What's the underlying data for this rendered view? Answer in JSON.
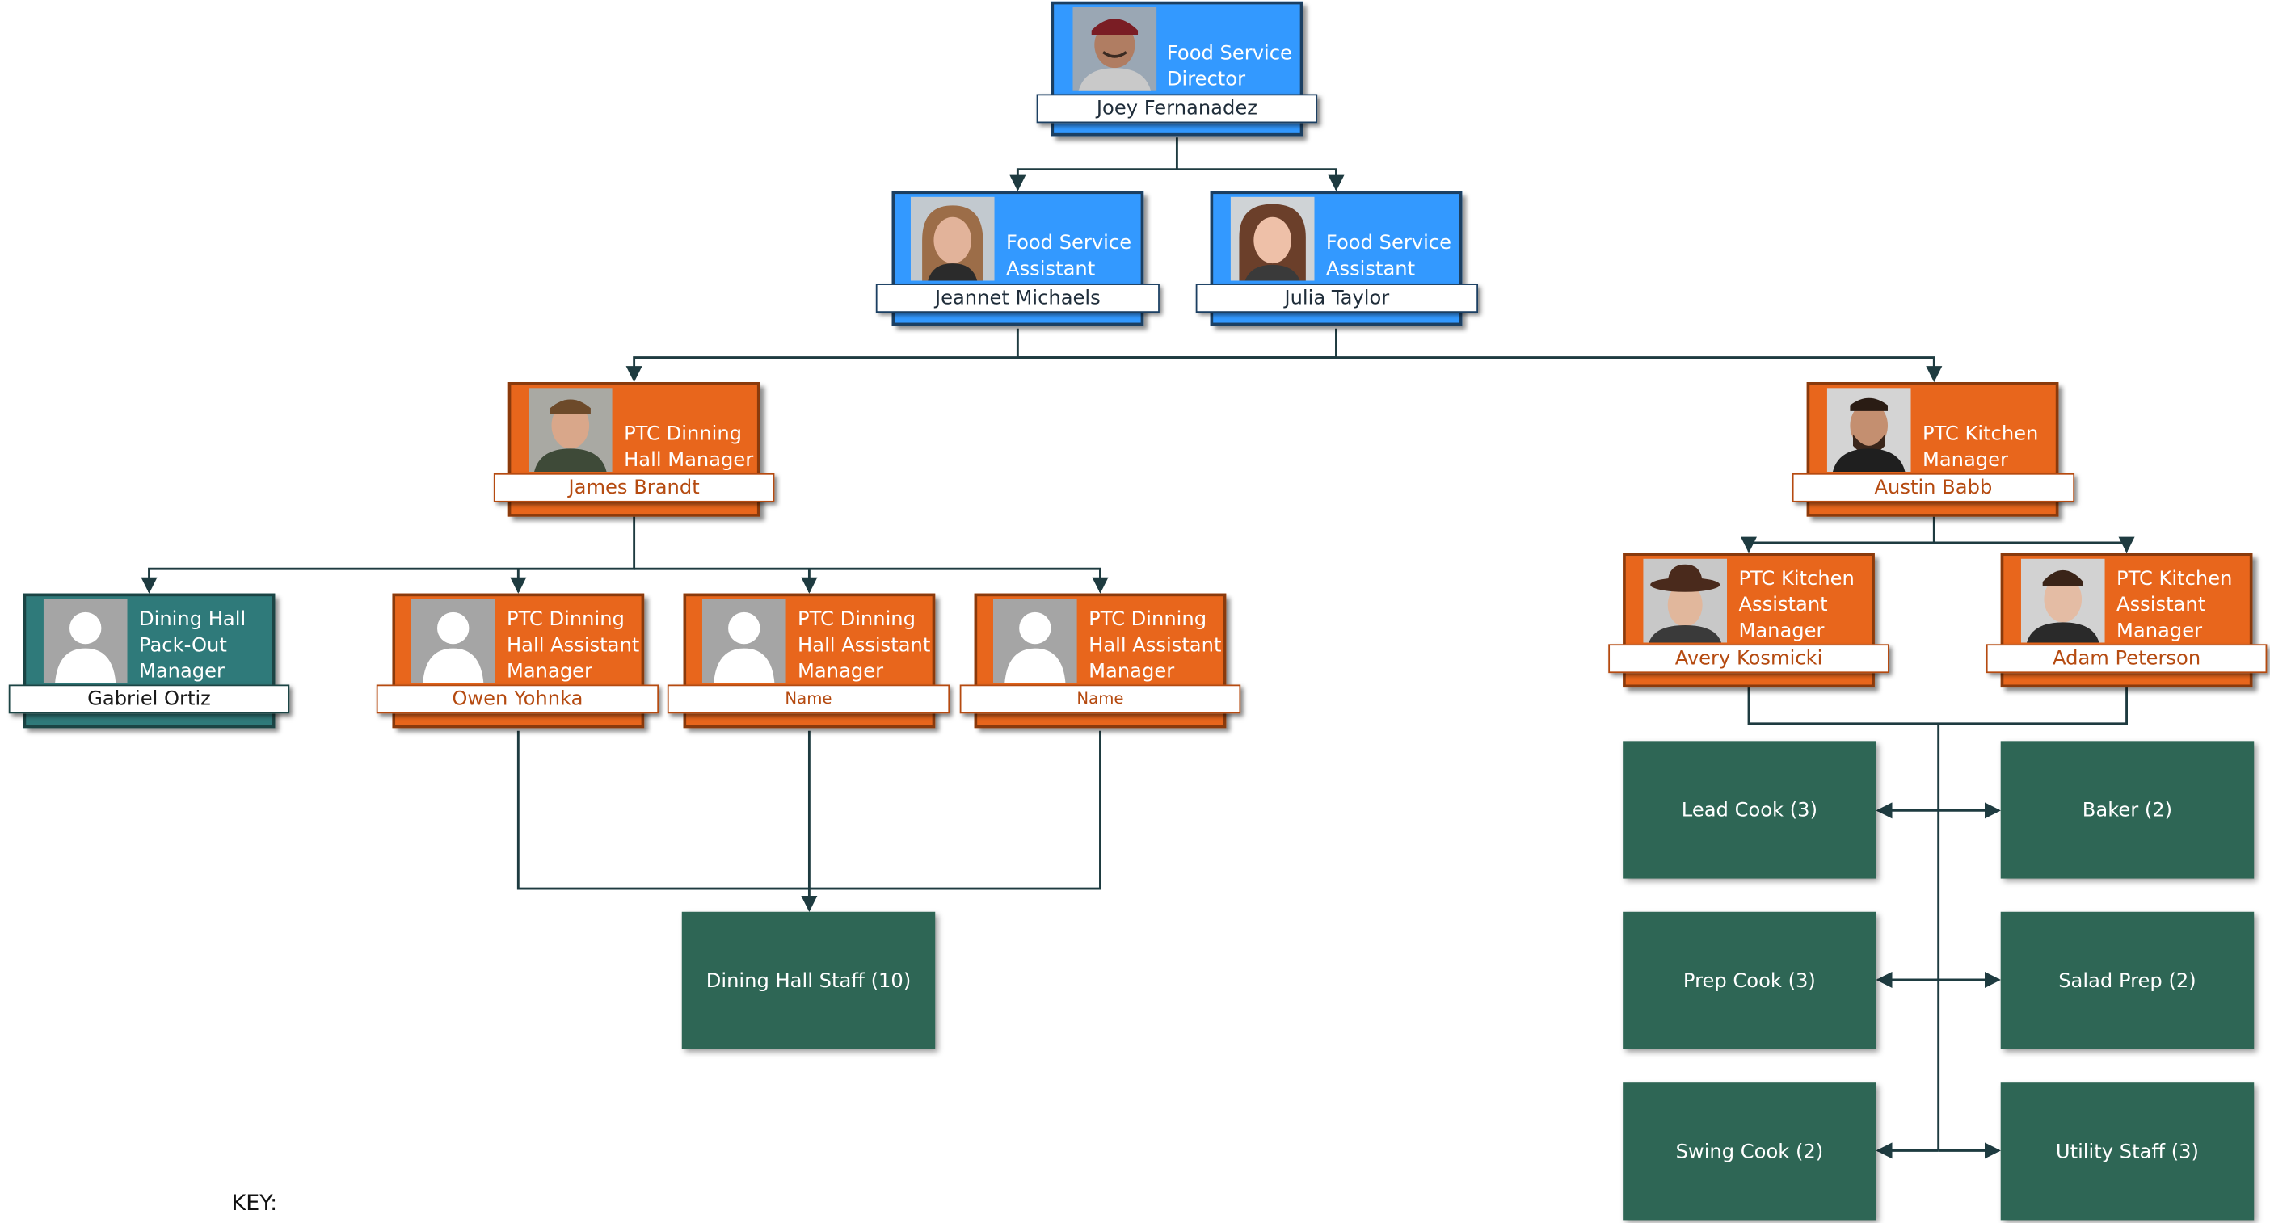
{
  "nodes": {
    "director": {
      "title": "Food Service Director",
      "name": "Joey Fernanadez"
    },
    "assistant_jeannet": {
      "title": "Food Service Assistant",
      "name": "Jeannet Michaels"
    },
    "assistant_julia": {
      "title": "Food Service Assistant",
      "name": "Julia Taylor"
    },
    "dining_manager": {
      "title": "PTC Dinning Hall Manager",
      "name": "James Brandt"
    },
    "kitchen_manager": {
      "title": "PTC Kitchen Manager",
      "name": "Austin Babb"
    },
    "packout_manager": {
      "title": "Dining Hall Pack-Out Manager",
      "name": "Gabriel Ortiz"
    },
    "dining_asst_owen": {
      "title": "PTC Dinning Hall Assistant Manager",
      "name": "Owen Yohnka"
    },
    "dining_asst_2": {
      "title": "PTC Dinning Hall Assistant Manager",
      "name": "Name"
    },
    "dining_asst_3": {
      "title": "PTC Dinning Hall Assistant Manager",
      "name": "Name"
    },
    "kitchen_asst_avery": {
      "title": "PTC Kitchen Assistant Manager",
      "name": "Avery Kosmicki"
    },
    "kitchen_asst_adam": {
      "title": "PTC Kitchen Assistant Manager",
      "name": "Adam Peterson"
    }
  },
  "staff": {
    "dining_hall": "Dining Hall Staff (10)",
    "lead_cook": "Lead Cook (3)",
    "baker": "Baker (2)",
    "prep_cook": "Prep Cook (3)",
    "salad_prep": "Salad Prep (2)",
    "swing_cook": "Swing Cook (2)",
    "utility_staff": "Utility Staff (3)"
  },
  "key_label": "KEY:",
  "colors": {
    "leadership": "#3399ff",
    "ptc": "#e8661c",
    "packout": "#2f7a7a",
    "staff": "#2e6655",
    "connector": "#1e3b40"
  },
  "icons": {
    "photo": "person-photo-icon",
    "placeholder": "default-avatar-icon"
  }
}
